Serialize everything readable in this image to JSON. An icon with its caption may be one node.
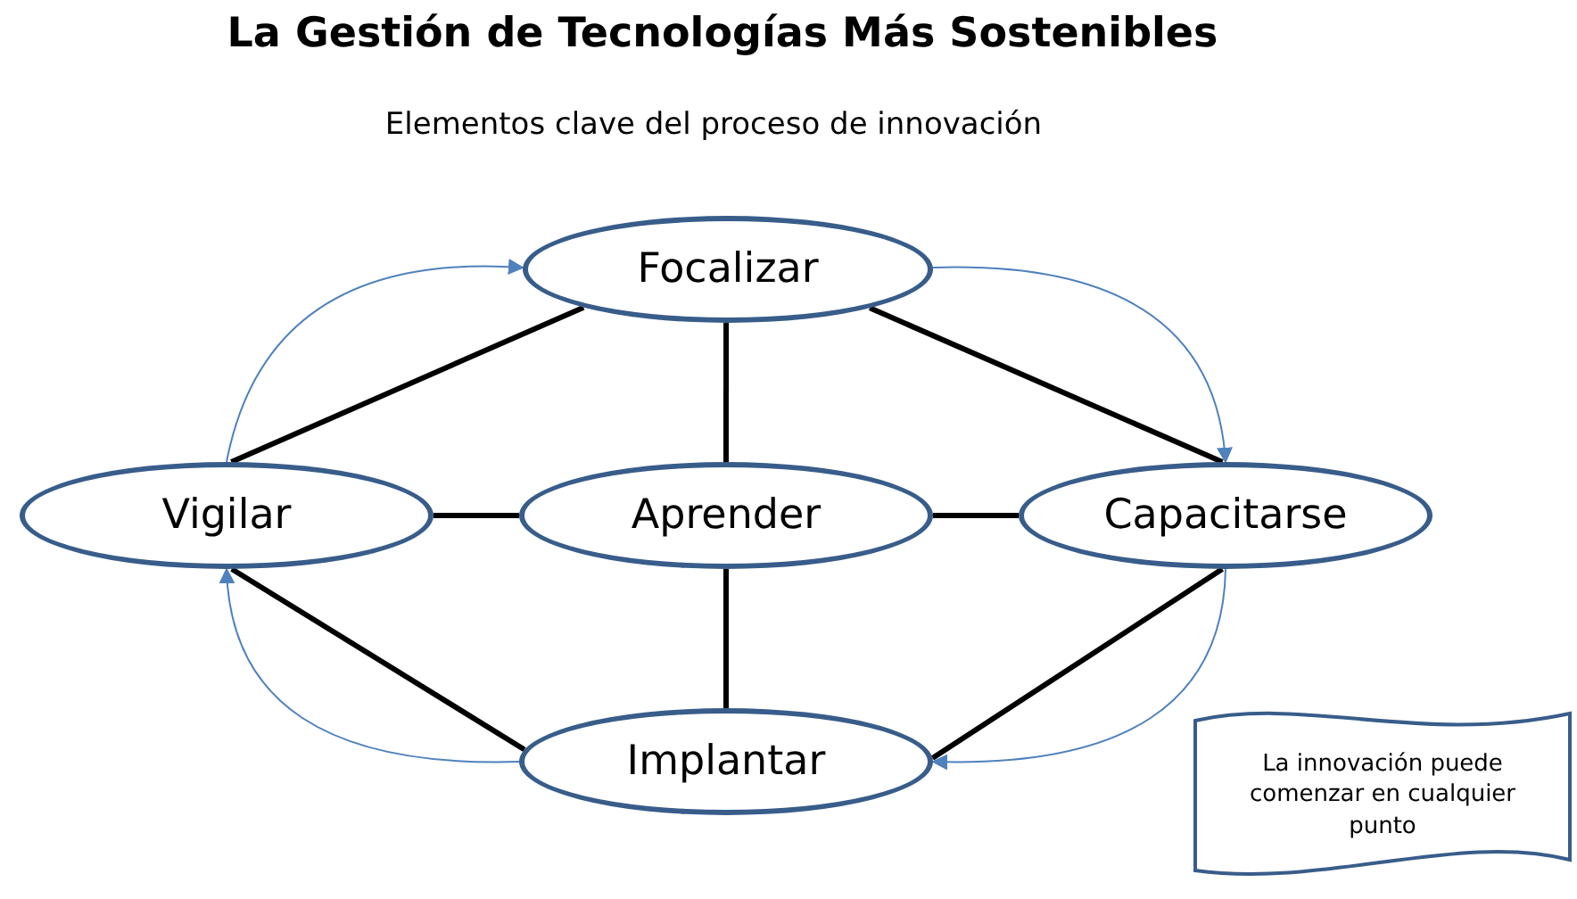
{
  "diagram": {
    "title": "La Gestión de Tecnologías Más Sostenibles",
    "nodes": [
      {
        "text": [
          "Focalizar"
        ]
      },
      {
        "text": [
          "Vigilar"
        ]
      },
      {
        "text": [
          "Aprender"
        ]
      },
      {
        "text": [
          "Capacitarse"
        ]
      },
      {
        "text": [
          "Implantar"
        ]
      },
      {
        "text": [
          "La innovación puede comenzar en cualquier punto"
        ]
      }
    ],
    "edges": [
      {
        "from": 1,
        "to": 0,
        "arrow": "none"
      },
      {
        "from": 0,
        "to": 3,
        "arrow": "none"
      },
      {
        "from": 1,
        "to": 2,
        "arrow": "none"
      },
      {
        "from": 2,
        "to": 3,
        "arrow": "none"
      },
      {
        "from": 0,
        "to": 2,
        "arrow": "none"
      },
      {
        "from": 2,
        "to": 4,
        "arrow": "none"
      },
      {
        "from": 1,
        "to": 4,
        "arrow": "none"
      },
      {
        "from": 4,
        "to": 3,
        "arrow": "none"
      },
      {
        "from": 1,
        "to": 0,
        "arrow": "to",
        "color": "#4f81bd"
      },
      {
        "from": 0,
        "to": 3,
        "arrow": "to",
        "color": "#4f81bd"
      },
      {
        "from": 3,
        "to": 4,
        "arrow": "to",
        "color": "#4f81bd"
      },
      {
        "from": 4,
        "to": 1,
        "arrow": "to",
        "color": "#4f81bd"
      }
    ],
    "labels": [
      "Elementos clave del proceso de innovación"
    ]
  }
}
